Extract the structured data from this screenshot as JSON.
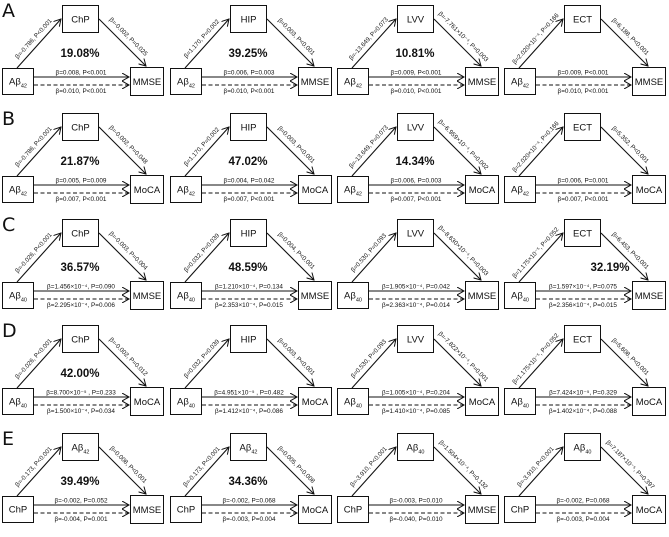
{
  "rows": [
    {
      "letter": "A",
      "panels": [
        {
          "left": {
            "t": "Aβ",
            "sub": "42"
          },
          "top": {
            "t": "ChP",
            "sub": ""
          },
          "right": {
            "t": "MMSE",
            "sub": ""
          },
          "a": "β=-0.786, P<0.001",
          "b": "β=-0.002, P=0.025",
          "c_prime": "β=0.008, P<0.001",
          "c": "β=0.010, P<0.001",
          "pct": "19.08%"
        },
        {
          "left": {
            "t": "Aβ",
            "sub": "42"
          },
          "top": {
            "t": "HIP",
            "sub": ""
          },
          "right": {
            "t": "MMSE",
            "sub": ""
          },
          "a": "β=1.170, P=0.002",
          "b": "β=0.003, P<0.001",
          "c_prime": "β=0.006, P=0.003",
          "c": "β=0.010, P<0.001",
          "pct": "39.25%"
        },
        {
          "left": {
            "t": "Aβ",
            "sub": "42"
          },
          "top": {
            "t": "LVV",
            "sub": ""
          },
          "right": {
            "t": "MMSE",
            "sub": ""
          },
          "a": "β=-13.649, P=0.073",
          "b": "β=-7.761×10⁻⁴, P=0.003",
          "c_prime": "β=0.009, P<0.001",
          "c": "β=0.010, P<0.001",
          "pct": "10.81%"
        },
        {
          "left": {
            "t": "Aβ",
            "sub": "42"
          },
          "top": {
            "t": "ECT",
            "sub": ""
          },
          "right": {
            "t": "MMSE",
            "sub": ""
          },
          "a": "β=2.020×10⁻⁴, P=0.166",
          "b": "β=6.188, P<0.001",
          "c_prime": "β=0.009, P<0.001",
          "c": "β=0.010, P<0.001",
          "pct": ""
        }
      ]
    },
    {
      "letter": "B",
      "panels": [
        {
          "left": {
            "t": "Aβ",
            "sub": "42"
          },
          "top": {
            "t": "ChP",
            "sub": ""
          },
          "right": {
            "t": "MoCA",
            "sub": ""
          },
          "a": "β=-0.786, P<0.001",
          "b": "β=-0.002, P=0.048",
          "c_prime": "β=0.005, P=0.009",
          "c": "β=0.007, P<0.001",
          "pct": "21.87%"
        },
        {
          "left": {
            "t": "Aβ",
            "sub": "42"
          },
          "top": {
            "t": "HIP",
            "sub": ""
          },
          "right": {
            "t": "MoCA",
            "sub": ""
          },
          "a": "β=1.170, P=0.002",
          "b": "β=0.003, P<0.001",
          "c_prime": "β=0.004, P=0.042",
          "c": "β=0.007, P<0.001",
          "pct": "47.02%"
        },
        {
          "left": {
            "t": "Aβ",
            "sub": "42"
          },
          "top": {
            "t": "LVV",
            "sub": ""
          },
          "right": {
            "t": "MoCA",
            "sub": ""
          },
          "a": "β=-13.649, P=0.073",
          "b": "β=-6.959×10⁻⁴, P=0.002",
          "c_prime": "β=0.006, P=0.003",
          "c": "β=0.007, P<0.001",
          "pct": "14.34%"
        },
        {
          "left": {
            "t": "Aβ",
            "sub": "42"
          },
          "top": {
            "t": "ECT",
            "sub": ""
          },
          "right": {
            "t": "MoCA",
            "sub": ""
          },
          "a": "β=2.020×10⁻⁴, P=0.166",
          "b": "β=5.352, P<0.001",
          "c_prime": "β=0.006, P=0.001",
          "c": "β=0.007, P<0.001",
          "pct": ""
        }
      ]
    },
    {
      "letter": "C",
      "panels": [
        {
          "left": {
            "t": "Aβ",
            "sub": "40"
          },
          "top": {
            "t": "ChP",
            "sub": ""
          },
          "right": {
            "t": "MMSE",
            "sub": ""
          },
          "a": "β=-0.026, P<0.001",
          "b": "β=-0.003, P=0.004",
          "c_prime": "β=1.456×10⁻⁴, P=0.090",
          "c": "β=2.295×10⁻⁴, P=0.006",
          "pct": "36.57%"
        },
        {
          "left": {
            "t": "Aβ",
            "sub": "40"
          },
          "top": {
            "t": "HIP",
            "sub": ""
          },
          "right": {
            "t": "MMSE",
            "sub": ""
          },
          "a": "β=0.032, P=0.039",
          "b": "β=0.004, P<0.001",
          "c_prime": "β=1.210×10⁻⁴, P=0.134",
          "c": "β=2.353×10⁻⁴, P=0.015",
          "pct": "48.59%"
        },
        {
          "left": {
            "t": "Aβ",
            "sub": "40"
          },
          "top": {
            "t": "LVV",
            "sub": ""
          },
          "right": {
            "t": "MMSE",
            "sub": ""
          },
          "a": "β=0.530, P=0.093",
          "b": "β=-8.630×10⁻⁴, P=0.003",
          "c_prime": "β=1.905×10⁻⁴, P=0.042",
          "c": "β=2.363×10⁻⁴, P=0.014",
          "pct": ""
        },
        {
          "left": {
            "t": "Aβ",
            "sub": "40"
          },
          "top": {
            "t": "ECT",
            "sub": ""
          },
          "right": {
            "t": "MMSE",
            "sub": ""
          },
          "a": "β=1.175×10⁻⁵, P=0.052",
          "b": "β=6.453, P<0.001",
          "c_prime": "β=1.597×10⁻⁴, P=0.075",
          "c": "β=2.356×10⁻⁴, P=0.015",
          "pct": "32.19%"
        }
      ]
    },
    {
      "letter": "D",
      "panels": [
        {
          "left": {
            "t": "Aβ",
            "sub": "40"
          },
          "top": {
            "t": "ChP",
            "sub": ""
          },
          "right": {
            "t": "MoCA",
            "sub": ""
          },
          "a": "β=-0.026, P<0.001",
          "b": "β=-0.002, P=0.012",
          "c_prime": "β=8.700×10⁻⁵ , P=0.233",
          "c": "β=1.500×10⁻⁴, P=0.034",
          "pct": "42.00%"
        },
        {
          "left": {
            "t": "Aβ",
            "sub": "40"
          },
          "top": {
            "t": "HIP",
            "sub": ""
          },
          "right": {
            "t": "MoCA",
            "sub": ""
          },
          "a": "β=0.032, P=0.039",
          "b": "β=0.003, P<0.001",
          "c_prime": "β=4.951×10⁻⁵ , P=0.482",
          "c": "β=1.412×10⁻⁴, P=0.086",
          "pct": ""
        },
        {
          "left": {
            "t": "Aβ",
            "sub": "40"
          },
          "top": {
            "t": "LVV",
            "sub": ""
          },
          "right": {
            "t": "MoCA",
            "sub": ""
          },
          "a": "β=0.530, P=0.093",
          "b": "β=-7.822×10⁻⁴, P=0.001",
          "c_prime": "β=1.005×10⁻⁴, P=0.204",
          "c": "β=1.410×10⁻⁴, P=0.085",
          "pct": ""
        },
        {
          "left": {
            "t": "Aβ",
            "sub": "40"
          },
          "top": {
            "t": "ECT",
            "sub": ""
          },
          "right": {
            "t": "MoCA",
            "sub": ""
          },
          "a": "β=1.175×10⁻⁵, P=0.052",
          "b": "β=5.608, P<0.001",
          "c_prime": "β=7.424×10⁻⁵, P=0.329",
          "c": "β=1.402×10⁻⁴, P=0.088",
          "pct": ""
        }
      ]
    },
    {
      "letter": "E",
      "panels": [
        {
          "left": {
            "t": "ChP",
            "sub": ""
          },
          "top": {
            "t": "Aβ",
            "sub": "42"
          },
          "right": {
            "t": "MMSE",
            "sub": ""
          },
          "a": "β=-0.173, P<0.001",
          "b": "β=0.008, P<0.001",
          "c_prime": "β=-0.002, P=0.052",
          "c": "β=-0.004, P=0.001",
          "pct": "39.49%"
        },
        {
          "left": {
            "t": "ChP",
            "sub": ""
          },
          "top": {
            "t": "Aβ",
            "sub": "42"
          },
          "right": {
            "t": "MoCA",
            "sub": ""
          },
          "a": "β=-0.173, P<0.001",
          "b": "β=0.005, P=0.008",
          "c_prime": "β=-0.002, P=0.068",
          "c": "β=-0.003, P=0.004",
          "pct": "34.36%"
        },
        {
          "left": {
            "t": "ChP",
            "sub": ""
          },
          "top": {
            "t": "Aβ",
            "sub": "40"
          },
          "right": {
            "t": "MMSE",
            "sub": ""
          },
          "a": "β=-3.910, P<0.001",
          "b": "β=1.504×10⁻⁴, P=0.132",
          "c_prime": "β=-0.003, P=0.010",
          "c": "β=-0.040, P=0.010",
          "pct": ""
        },
        {
          "left": {
            "t": "ChP",
            "sub": ""
          },
          "top": {
            "t": "Aβ",
            "sub": "40"
          },
          "right": {
            "t": "MoCA",
            "sub": ""
          },
          "a": "β=-3.910, P<0.001",
          "b": "β=7.187×10⁻⁵, P=0.397",
          "c_prime": "β=-0.002, P=0.068",
          "c": "β=-0.003, P=0.004",
          "pct": ""
        }
      ]
    }
  ]
}
